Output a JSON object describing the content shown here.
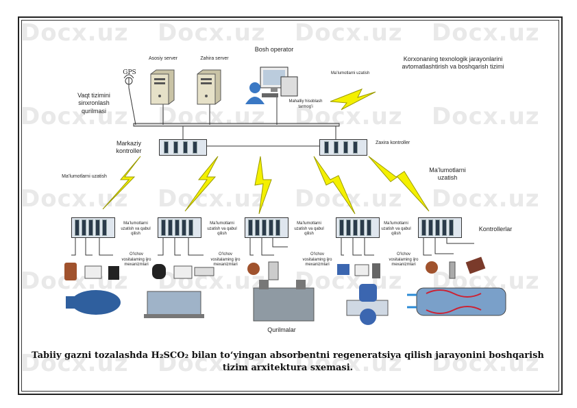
{
  "watermark": "Docx.uz",
  "labels": {
    "bosh_operator": "Bosh operator",
    "asosiy_server": "Asosiy server",
    "zahira_server": "Zahira server",
    "gps": "GPS",
    "vaqt": "Vaqt tizimini sinxronlash qurilmasi",
    "mahalliy": "Mahalliy hisoblash tarmog’i",
    "malumot_uzatish_top": "Ma’lumotlarni uzatish",
    "korxona": "Korxonaning texnologik jarayonlarini avtomatlashtirish va boshqarish tizimi",
    "markaziy": "Markaziy kontroller",
    "zaxira": "Zaxira kontroller",
    "malumot_left": "Ma’lumotlarni uzatish",
    "malumot_right": "Ma’lumotlarni uzatish",
    "kontrollerlar": "Kontrollerlar",
    "qurilmalar": "Qurilmalar",
    "module_label": "Ma’lumotlarni uzatish va qabul qilish",
    "olchov": "O’lchov vositalaming ijro mexanizmlari"
  },
  "caption": {
    "line1": "Tabiiy gazni tozalashda H₂SCO₂ bilan to‘yingan absorbentni regeneratsiya qilish  jarayonini boshqarish",
    "line2": "tizim arxitektura sxemasi."
  },
  "colors": {
    "lightning": "#f4f000",
    "lightning_stroke": "#9a9a00",
    "plc": "#2b3b4b",
    "bus": "#333333"
  }
}
